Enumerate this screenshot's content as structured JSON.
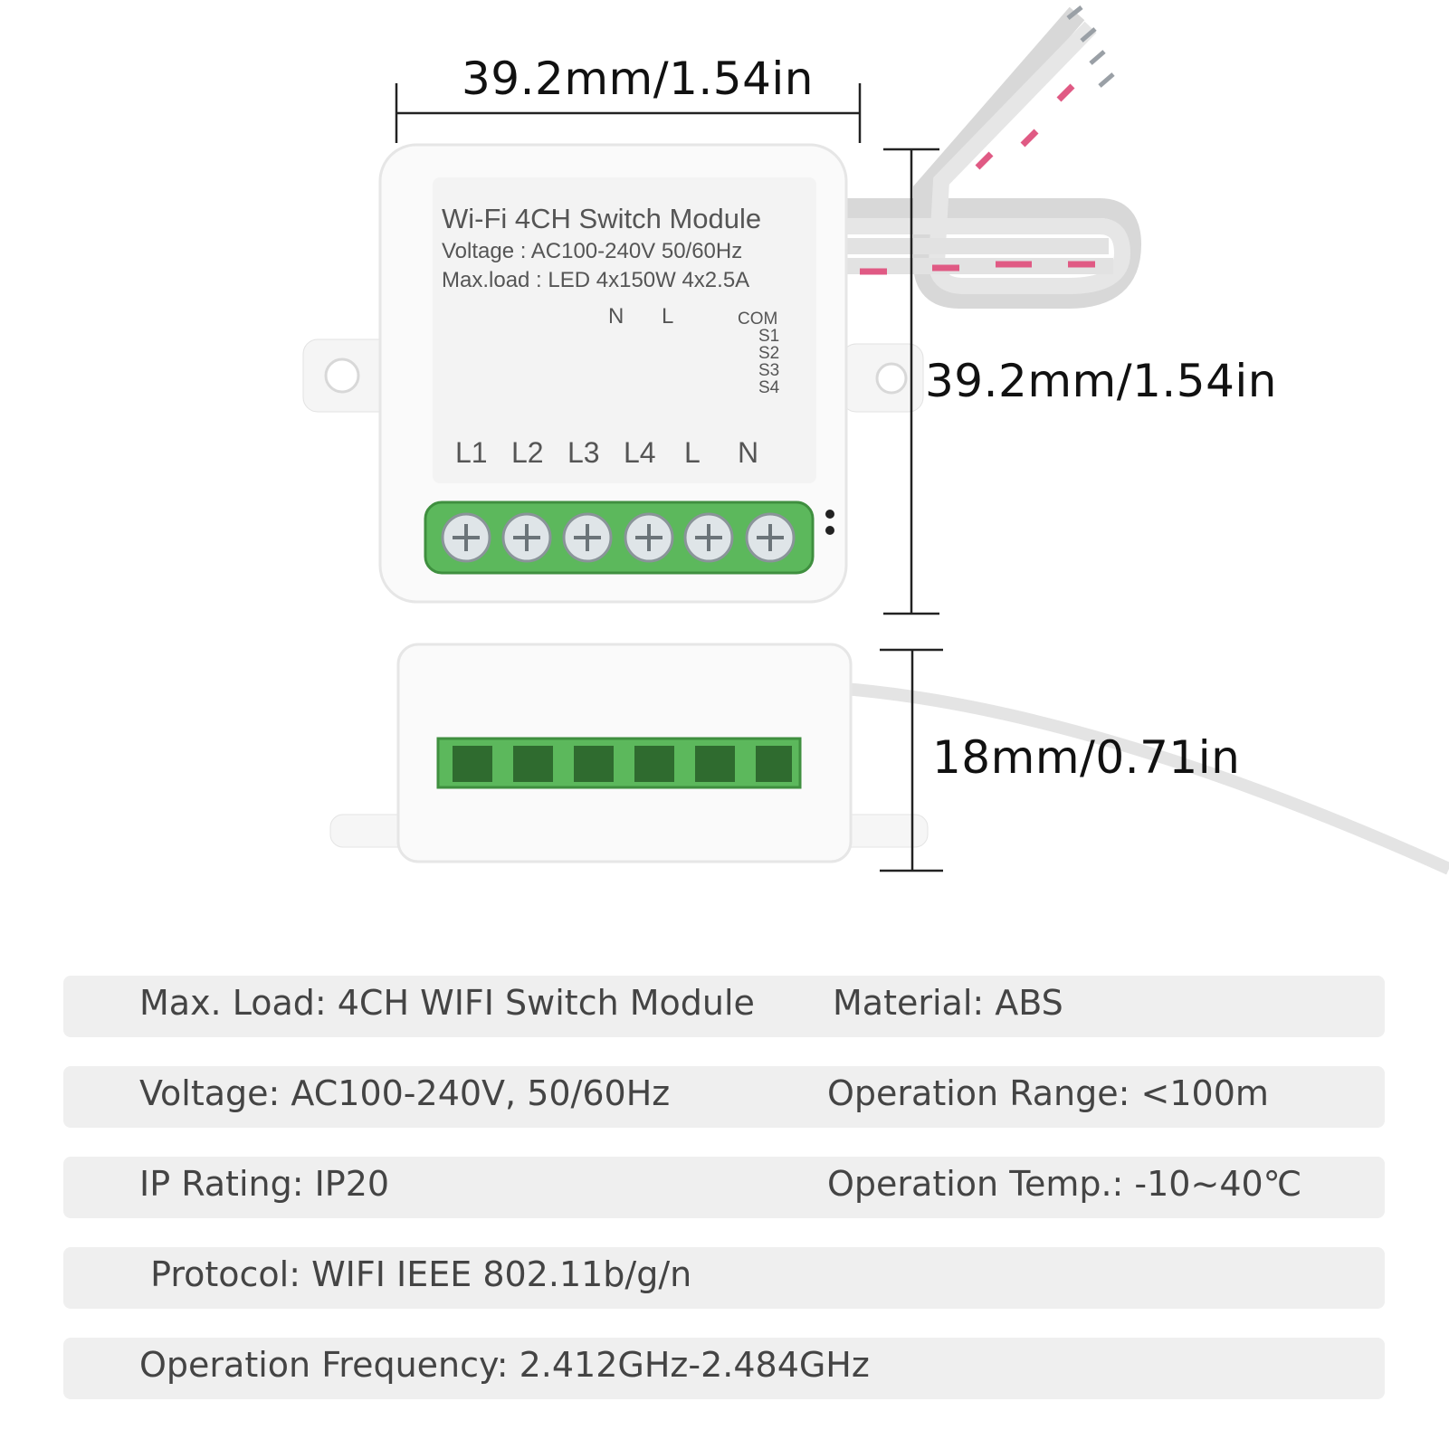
{
  "dimensions": {
    "width": "39.2mm/1.54in",
    "height": "39.2mm/1.54in",
    "depth": "18mm/0.71in"
  },
  "device_label": {
    "title": "Wi-Fi 4CH Switch Module",
    "voltage": "Voltage : AC100-240V 50/60Hz",
    "max_load": "Max.load : LED 4x150W 4x2.5A",
    "terminals": [
      "L1",
      "L2",
      "L3",
      "L4",
      "L",
      "N"
    ],
    "top_terminals": [
      "N",
      "L"
    ],
    "switch_pins": [
      "COM",
      "S1",
      "S2",
      "S3",
      "S4"
    ]
  },
  "specs": [
    {
      "left": "Max. Load: 4CH WIFI Switch Module",
      "right": "Material: ABS"
    },
    {
      "left": "Voltage: AC100-240V, 50/60Hz",
      "right": "Operation Range: <100m"
    },
    {
      "left": "IP Rating: IP20",
      "right": "Operation Temp.: -10~40℃"
    },
    {
      "left": " Protocol: WIFI IEEE 802.11b/g/n",
      "right": ""
    },
    {
      "left": "Operation Frequency: 2.412GHz-2.484GHz",
      "right": ""
    }
  ],
  "colors": {
    "terminal_green": "#5cb85c",
    "wire_stripe": "#e05a84",
    "row_bg": "#efefef"
  }
}
